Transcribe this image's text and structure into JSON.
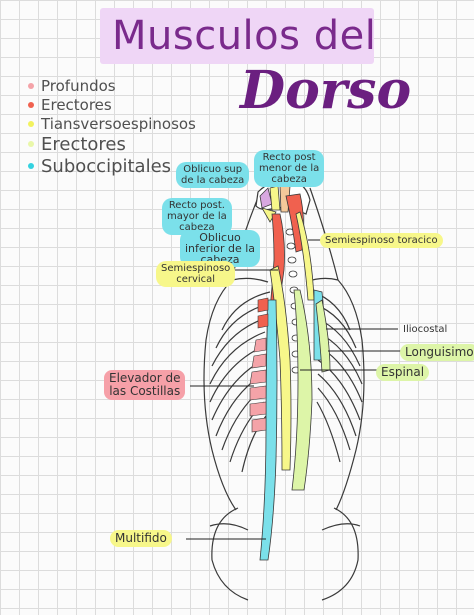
{
  "title": {
    "main": "Musculos del",
    "sub": "Dorso"
  },
  "legend": [
    {
      "label": "Profundos",
      "color": "#f4a3a8",
      "size": "normal"
    },
    {
      "label": "Erectores",
      "color": "#f0614f",
      "size": "normal"
    },
    {
      "label": "Tiansversoespinosos",
      "color": "#f2f25e",
      "size": "normal"
    },
    {
      "label": "Erectores",
      "color": "#e9f7a9",
      "size": "big"
    },
    {
      "label": "Suboccipitales",
      "color": "#34d2e0",
      "size": "big"
    }
  ],
  "labels": {
    "oblicuo_sup": "Oblicuo sup\nde la cabeza",
    "recto_post_menor": "Recto post\nmenor de la\ncabeza",
    "recto_post_mayor": "Recto post.\nmayor de la\ncabeza",
    "oblicuo_inferior": "Oblicuo\ninferior de la\ncabeza",
    "semiespinoso_toracico": "Semiespinoso toracico",
    "semiespinoso_cervical": "Semiespinoso\ncervical",
    "iliocostal": "Iliocostal",
    "longuisimo": "Longuisimo",
    "espinal": "Espinal",
    "elevador": "Elevador de\nlas Costillas",
    "multifido": "Multifido"
  }
}
